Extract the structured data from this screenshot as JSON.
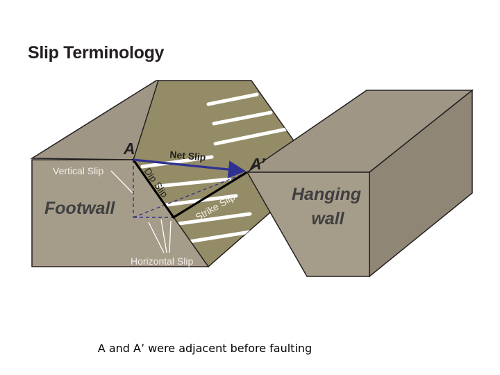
{
  "slide": {
    "title": "Slip Terminology",
    "caption": "A and A’ were adjacent before faulting"
  },
  "diagram": {
    "labels": {
      "point_a": "A",
      "point_a_prime": "A’",
      "net_slip": "Net Slip",
      "dip_slip": "Dip Slip",
      "strike_slip": "Strike Slip",
      "vertical_slip": "Vertical Slip",
      "horizontal_slip": "Horizontal Slip",
      "footwall": "Footwall",
      "hanging_wall_line1": "Hanging",
      "hanging_wall_line2": "wall"
    },
    "colors": {
      "block_face": "#a69c8a",
      "block_top": "#a09685",
      "fault_plane": "#948c66",
      "stripe": "#ffffff",
      "outline": "#231f20",
      "net_slip": "#2e3192",
      "slip_lines": "#000000",
      "dashed": "#2e3192",
      "label": "#3f3f40"
    }
  }
}
